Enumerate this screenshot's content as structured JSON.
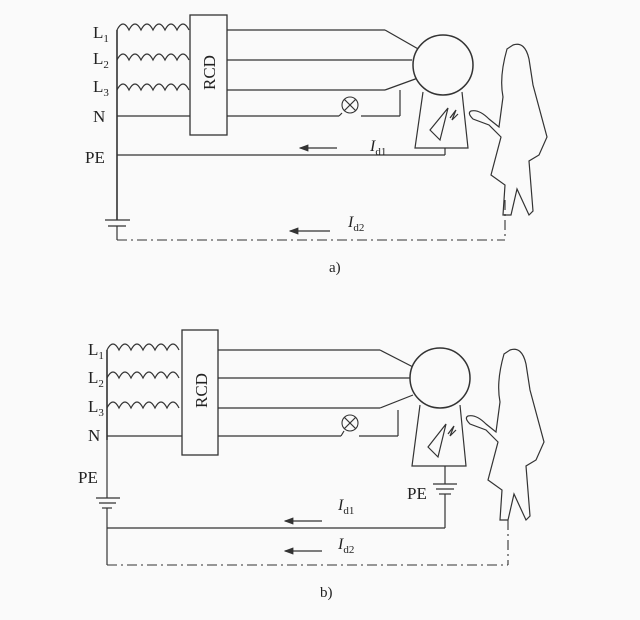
{
  "diagram_a": {
    "caption": "a)",
    "phase_labels": [
      {
        "main": "L",
        "sub": "1"
      },
      {
        "main": "L",
        "sub": "2"
      },
      {
        "main": "L",
        "sub": "3"
      }
    ],
    "neutral_label": "N",
    "pe_label": "PE",
    "rcd_label": "RCD",
    "current_1": {
      "main": "I",
      "sub": "d1"
    },
    "current_2": {
      "main": "I",
      "sub": "d2"
    }
  },
  "diagram_b": {
    "caption": "b)",
    "phase_labels": [
      {
        "main": "L",
        "sub": "1"
      },
      {
        "main": "L",
        "sub": "2"
      },
      {
        "main": "L",
        "sub": "3"
      }
    ],
    "neutral_label": "N",
    "pe_source_label": "PE",
    "pe_equipment_label": "PE",
    "rcd_label": "RCD",
    "current_1": {
      "main": "I",
      "sub": "d1"
    },
    "current_2": {
      "main": "I",
      "sub": "d2"
    }
  }
}
